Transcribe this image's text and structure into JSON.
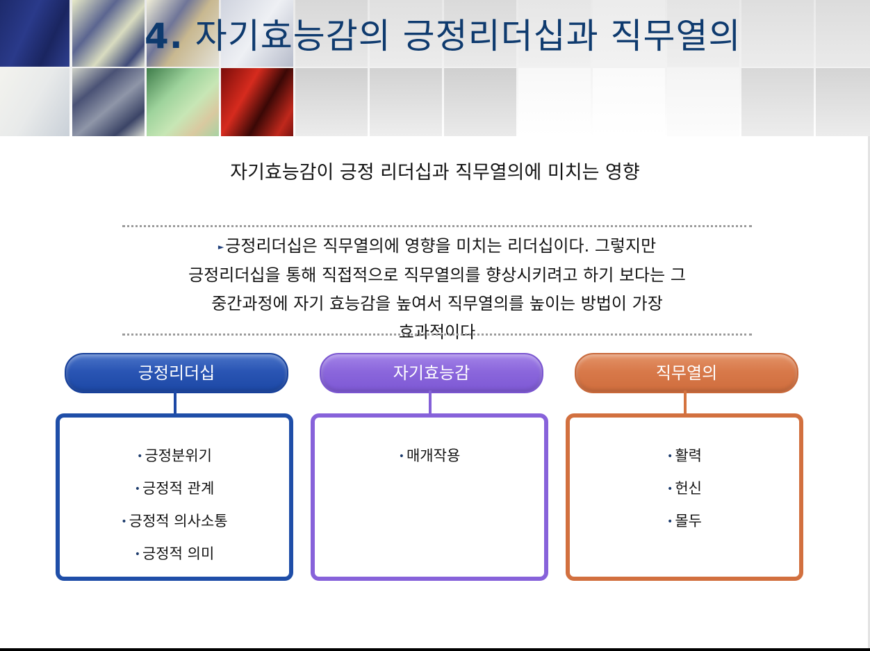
{
  "header": {
    "title_number": "4.",
    "title_text": " 자기효능감의 긍정리더십과 직무열의",
    "title_color": "#0e3a6e"
  },
  "subtitle": "자기효능감이 긍정 리더십과 직무열의에 미치는 영향",
  "summary": {
    "arrow_icon": "►",
    "lines": [
      "긍정리더십은 직무열의에 영향을 미치는 리더십이다. 그렇지만",
      "긍정리더십을 통해 직접적으로 직무열의를 향상시키려고 하기 보다는 그",
      "중간과정에 자기 효능감을 높여서 직무열의를 높이는 방법이 가장",
      "효과적이다"
    ]
  },
  "columns": [
    {
      "label": "긍정리더십",
      "color": "#1f4ea8",
      "items": [
        "긍정분위기",
        "긍정적 관계",
        "긍정적 의사소통",
        "긍정적 의미"
      ]
    },
    {
      "label": "자기효능감",
      "color": "#8762da",
      "items": [
        "매개작용"
      ]
    },
    {
      "label": "직무열의",
      "color": "#d2703f",
      "items": [
        "활력",
        "헌신",
        "몰두"
      ]
    }
  ],
  "bullet_icon": "•"
}
